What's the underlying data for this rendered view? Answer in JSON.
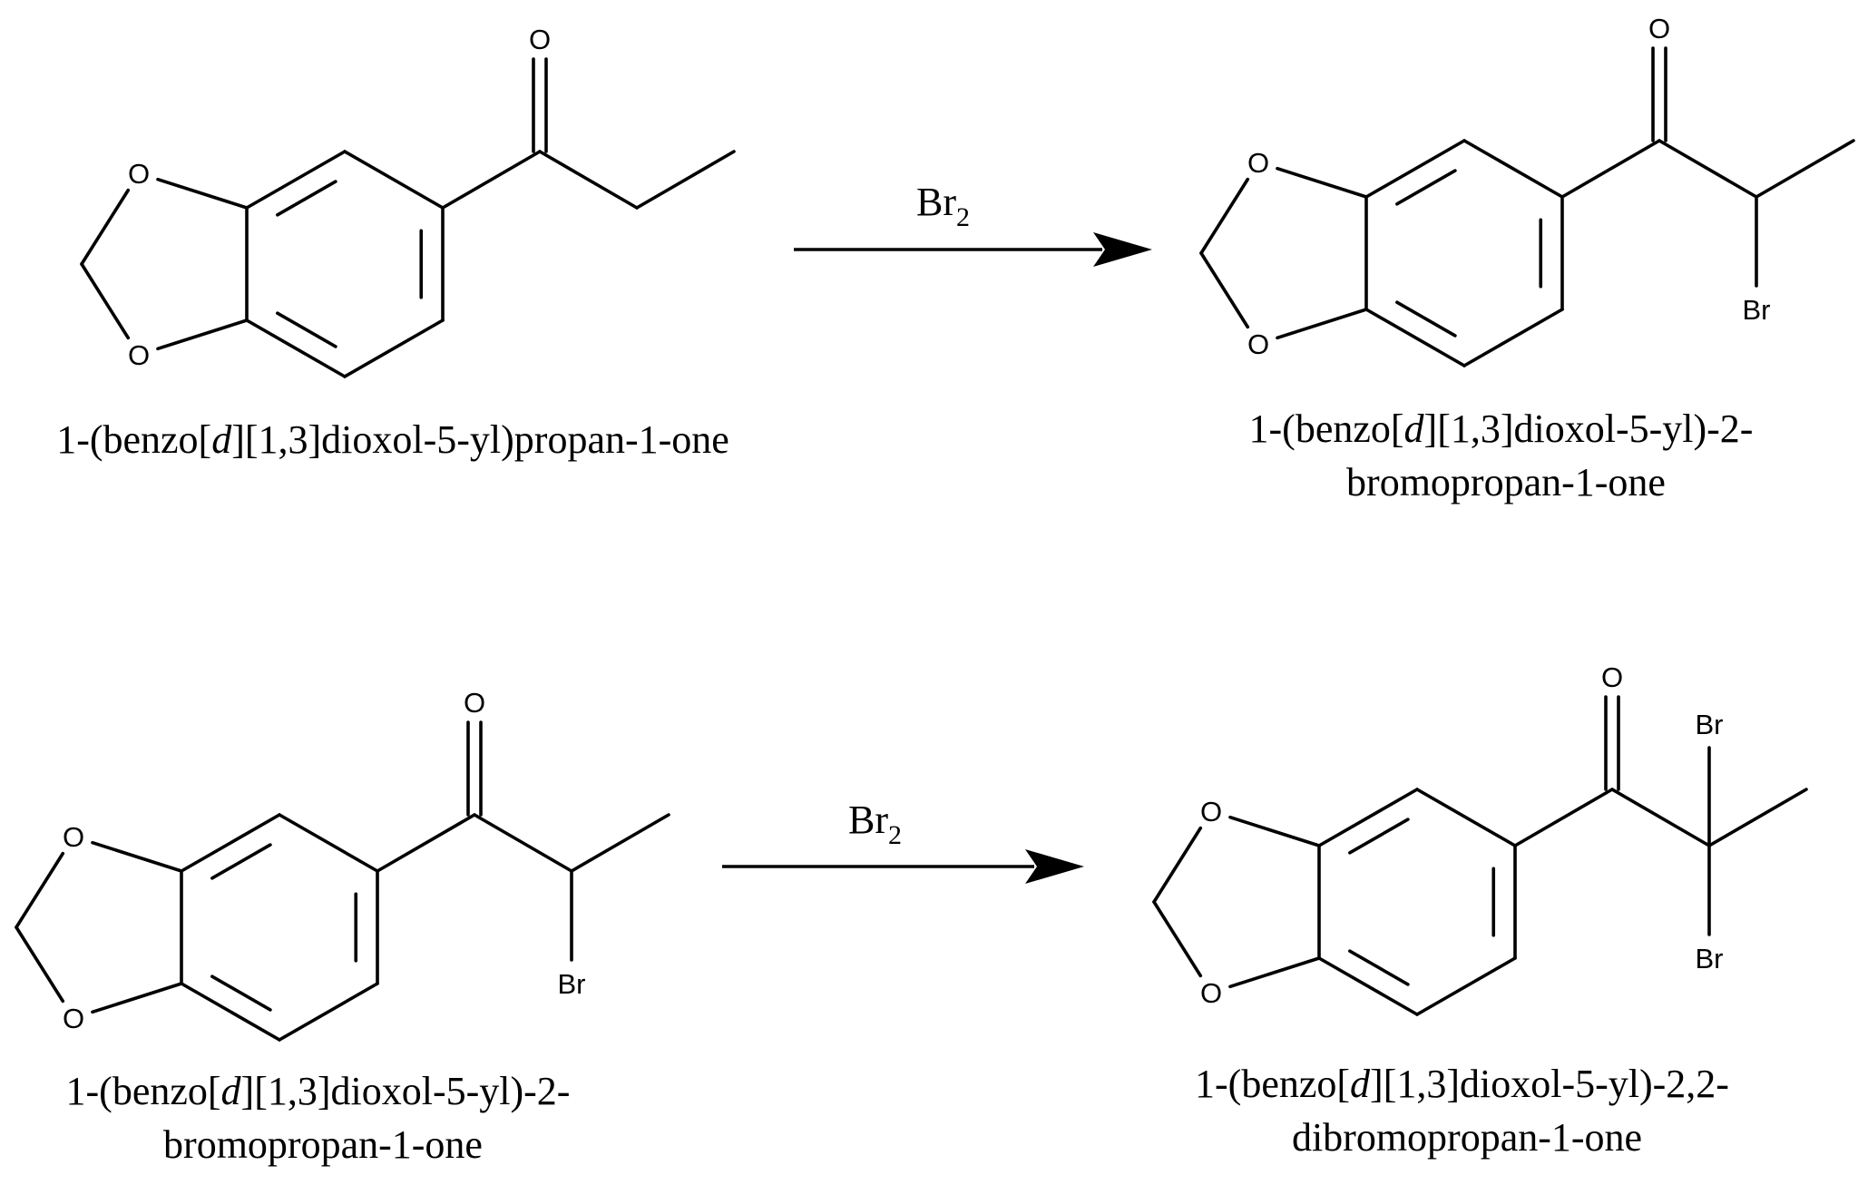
{
  "reactions": [
    {
      "reagent": {
        "base": "Br",
        "subscript": "2"
      },
      "reactant": {
        "caption_lines": [
          "1-(benzo[d][1,3]dioxol-5-yl)propan-1-one"
        ]
      },
      "product": {
        "caption_lines": [
          "1-(benzo[d][1,3]dioxol-5-yl)-2-",
          "bromopropan-1-one"
        ]
      }
    },
    {
      "reagent": {
        "base": "Br",
        "subscript": "2"
      },
      "reactant": {
        "caption_lines": [
          "1-(benzo[d][1,3]dioxol-5-yl)-2-",
          "bromopropan-1-one"
        ]
      },
      "product": {
        "caption_lines": [
          "1-(benzo[d][1,3]dioxol-5-yl)-2,2-",
          "dibromopropan-1-one"
        ]
      }
    }
  ],
  "atom_labels": {
    "oxygen": "O",
    "bromine": "Br"
  }
}
